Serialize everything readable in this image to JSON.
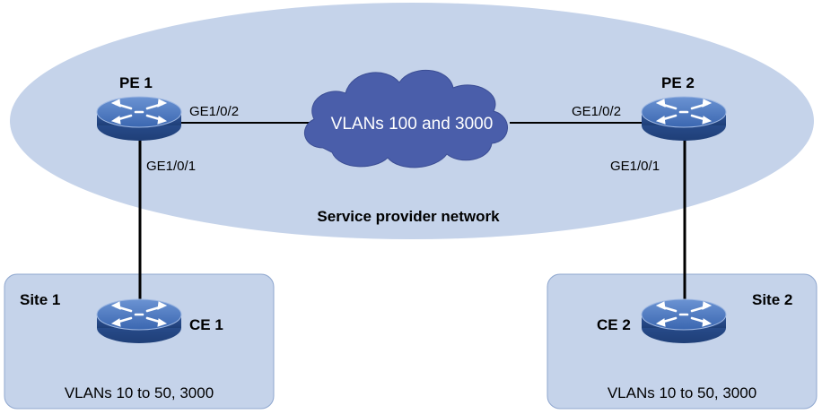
{
  "provider_network": {
    "label": "Service provider network",
    "cloud_label": "VLANs 100 and 3000"
  },
  "devices": {
    "pe1": {
      "name": "PE 1",
      "uplink_port": "GE1/0/2",
      "downlink_port": "GE1/0/1"
    },
    "pe2": {
      "name": "PE 2",
      "uplink_port": "GE1/0/2",
      "downlink_port": "GE1/0/1"
    },
    "ce1": {
      "name": "CE 1"
    },
    "ce2": {
      "name": "CE 2"
    }
  },
  "sites": {
    "site1": {
      "label": "Site 1",
      "vlans": "VLANs 10 to 50, 3000"
    },
    "site2": {
      "label": "Site 2",
      "vlans": "VLANs 10 to 50, 3000"
    }
  },
  "colors": {
    "ellipse_fill": "#c5d3ea",
    "site_fill": "#c5d3ea",
    "site_border": "#7f9ac6",
    "cloud_fill": "#4a5eaa",
    "router_top": "#4b78c0",
    "router_side": "#284d8f"
  }
}
